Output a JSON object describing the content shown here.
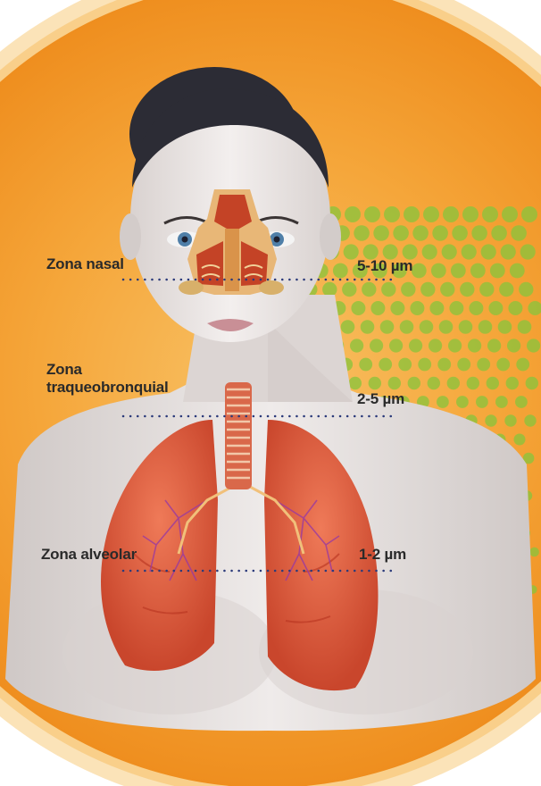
{
  "zones": [
    {
      "id": "nasal",
      "label_lines": [
        "Zona nasal"
      ],
      "particle_size": "5-10 µm"
    },
    {
      "id": "traqueobronquial",
      "label_lines": [
        "Zona",
        "traqueobronquial"
      ],
      "particle_size": "2-5 µm"
    },
    {
      "id": "alveolar",
      "label_lines": [
        "Zona alveolar"
      ],
      "particle_size": "1-2 µm"
    }
  ],
  "colors": {
    "orange_outer": "#f39a26",
    "orange_inner": "#f6b24a",
    "halo": "#fbd9a0",
    "skin": "#e9e4e2",
    "skin_shadow": "#cdc6c3",
    "hair": "#2c2c35",
    "lung": "#e0573a",
    "lung_dark": "#b8331f",
    "trachea": "#d9684a",
    "sinus": "#c44326",
    "sinus_light": "#e8b777",
    "dot_green": "#8cc43c",
    "dot_line": "#2b3a7a",
    "text": "#2a2a2a"
  }
}
